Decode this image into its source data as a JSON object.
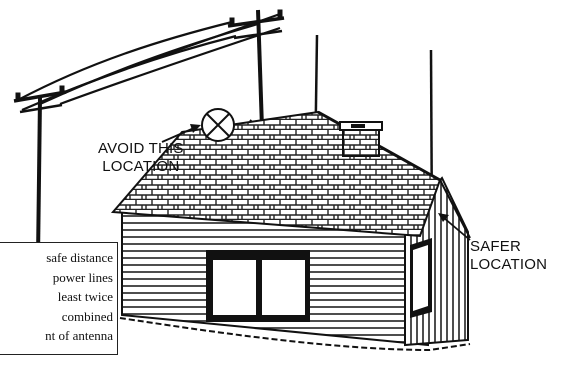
{
  "callouts": {
    "avoid": {
      "line1": "AVOID THIS",
      "line2": "LOCATION"
    },
    "safer": {
      "line1": "SAFER",
      "line2": "LOCATION"
    }
  },
  "note": {
    "lines": [
      "safe distance",
      "power lines",
      "least twice",
      "combined",
      "nt of antenna"
    ]
  },
  "markers": {
    "avoid": "x-circle-icon"
  },
  "colors": {
    "ink": "#111111",
    "paper": "#ffffff"
  }
}
